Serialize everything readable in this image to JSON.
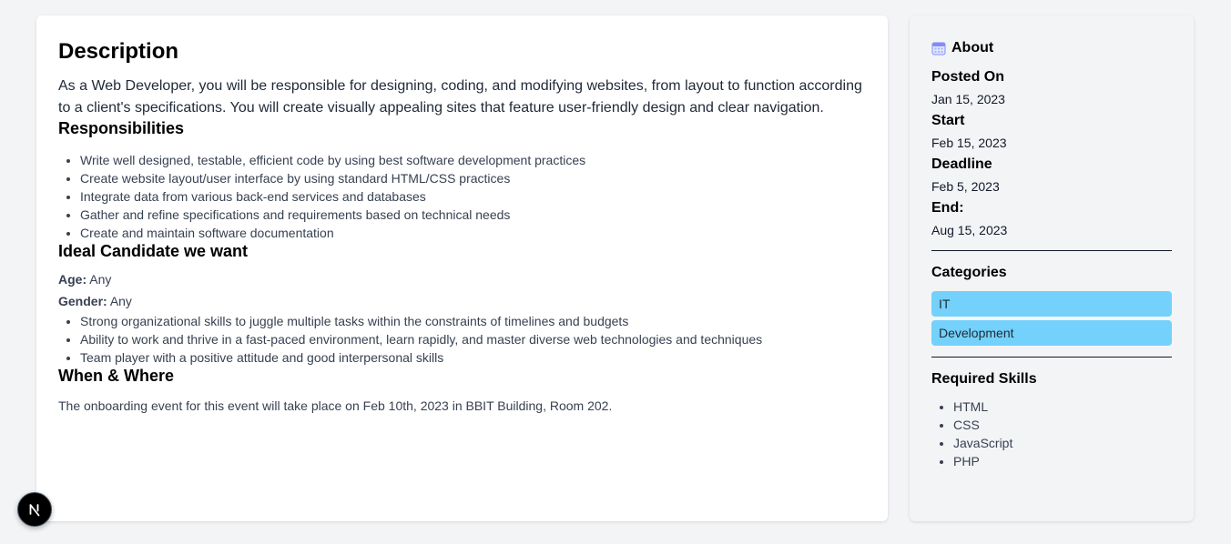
{
  "description": {
    "title": "Description",
    "intro": "As a Web Developer, you will be responsible for designing, coding, and modifying websites, from layout to function according to a client's specifications. You will create visually appealing sites that feature user-friendly design and clear navigation."
  },
  "responsibilities": {
    "title": "Responsibilities",
    "items": [
      "Write well designed, testable, efficient code by using best software development practices",
      "Create website layout/user interface by using standard HTML/CSS practices",
      "Integrate data from various back-end services and databases",
      "Gather and refine specifications and requirements based on technical needs",
      "Create and maintain software documentation"
    ]
  },
  "ideal_candidate": {
    "title": "Ideal Candidate we want",
    "age_label": "Age:",
    "age_value": "Any",
    "gender_label": "Gender:",
    "gender_value": "Any",
    "traits": [
      "Strong organizational skills to juggle multiple tasks within the constraints of timelines and budgets",
      "Ability to work and thrive in a fast-paced environment, learn rapidly, and master diverse web technologies and techniques",
      "Team player with a positive attitude and good interpersonal skills"
    ]
  },
  "when_where": {
    "title": "When & Where",
    "text": "The onboarding event for this event will take place on Feb 10th, 2023 in BBIT Building, Room 202."
  },
  "about": {
    "title": "About",
    "icon": "calendar-icon",
    "posted_label": "Posted On",
    "posted_value": "Jan 15, 2023",
    "start_label": "Start",
    "start_value": "Feb 15, 2023",
    "deadline_label": "Deadline",
    "deadline_value": "Feb 5, 2023",
    "end_label": "End:",
    "end_value": "Aug 15, 2023"
  },
  "categories": {
    "title": "Categories",
    "items": [
      "IT",
      "Development"
    ],
    "pill_color": "#73d1fb"
  },
  "skills": {
    "title": "Required Skills",
    "items": [
      "HTML",
      "CSS",
      "JavaScript",
      "PHP"
    ]
  },
  "badge": {
    "icon": "nextjs-logo-icon",
    "letter": "N"
  }
}
